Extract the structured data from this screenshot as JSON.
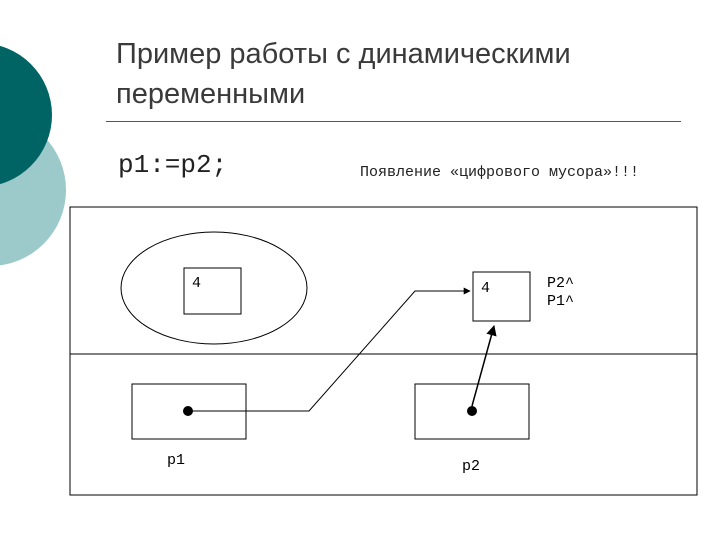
{
  "slide": {
    "title": "Пример работы с динамическими переменными",
    "code": "p1:=p2;",
    "caption": "Появление «цифрового мусора»!!!"
  },
  "diagram": {
    "heap_cell_left_value": "4",
    "heap_cell_right_value": "4",
    "pointer_label_p1": "p1",
    "pointer_label_p2": "p2",
    "deref_label_p2": "P2^",
    "deref_label_p1": "P1^"
  },
  "colors": {
    "decor_dark_teal": "#006464",
    "decor_light_teal": "#9cc9c9"
  }
}
